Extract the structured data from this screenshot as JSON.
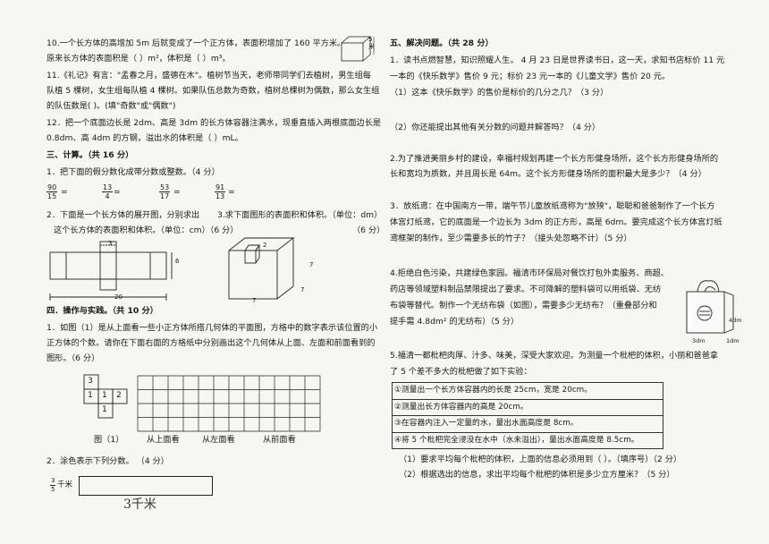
{
  "left": {
    "q10_a": "10.一个长方体的高增加 5m 后就变成了一个正方体，表面积增加了 160 平方米。",
    "q10_b": "原来长方体的表面积是（        ）m²，体积是（        ）m³。",
    "q10_fig_label": "5米",
    "q11_a": "11.《礼记》有言：\"孟春之月，盛德在木\"。植树节当天，老师带同学们去植树，男生组每",
    "q11_b": "队植 5 棵树，女生组每队植 4 棵树。如果队伍总数为奇数，植树总棵树为偶数，那么女生组",
    "q11_c": "的队伍数是(      )。(填\"奇数\"或\"偶数\")",
    "q12_a": "12．把一个底面边长是 2dm、高是 3dm 的长方体容器注满水，现垂直插入两根底面边长是",
    "q12_b": "0.8dm、高 4dm 的方钢，溢出水的体积是（        ）mL。",
    "sec3_title": "三、计算。（共 16 分）",
    "s3_q1": "1．把下面的假分数化成带分数或整数。（4 分）",
    "fractions": [
      {
        "num": "90",
        "den": "15"
      },
      {
        "num": "13",
        "den": "4"
      },
      {
        "num": "53",
        "den": "17"
      },
      {
        "num": "91",
        "den": "13"
      }
    ],
    "eq": "=",
    "s3_q2_a": "2．下面是一个长方体的展开图，分别求出",
    "s3_q3_a": "3.求下面图形的表面积和体积。（单位：dm）",
    "s3_q2_b": "这个长方体的表面积和体积。（单位：cm）（6 分）",
    "s3_q3_b": "（6 分）",
    "net_labels": {
      "top": "3",
      "right": "6",
      "bottom": "20"
    },
    "cube_labels": {
      "a": "7",
      "b": "7",
      "c": "2",
      "d": "7"
    },
    "sec4_title": "四．操作与实践。（共 10 分）",
    "s4_q1_a": "1．如图（1）是从上面看一些小正方体所搭几何体的平面图，方格中的数字表示该位置的小",
    "s4_q1_b": "正方体的个数。请你在下面右面的方格纸中分别画出这个几何体从上面、左面和前面看到的",
    "s4_q1_c": "图形。（6 分）",
    "grid_numbers": [
      "3",
      "1",
      "1",
      "2",
      "1"
    ],
    "fig_caption": "图（1）",
    "view_top": "从上面看",
    "view_left": "从左面看",
    "view_front": "从前面看",
    "s4_q2": "2．涂色表示下列分数。        （4 分）",
    "q2_frac": {
      "num": "3",
      "den": "5"
    },
    "q2_unit": "千米",
    "handwriting": "3千米"
  },
  "right": {
    "sec5_title": "五、解决问题。（共 28 分）",
    "p1_a": "1．读书点燃智慧，知识照耀人生。 4 月 23 日是世界读书日，这一天，求知书店标价 11 元",
    "p1_b": "一本的《快乐数学》售价 9 元；标价 23 元一本的《儿童文学》售价 20 元。",
    "p1_c": "（1）这本《快乐数学》的售价是标价的几分之几？（3 分）",
    "p1_d": "（2）你还能提出其他有关分数的问题并解答吗？（4 分）",
    "p2_a": "2.为了推进美丽乡村的建设，幸福村规划再建一个长方形健身场所，这个长方形健身场所的",
    "p2_b": "长和宽均为质数，并且周长是 64m。这个长方形健身场所的面积最大是多少？（4 分）",
    "p3_a": "3．放纸鸢：在中国南方一带，端午节儿童放纸鸢称为\"放殃\"，聪聪和爸爸制作了一个长方",
    "p3_b": "体宫灯纸鸢，它的底面是一个边长为 3dm 的正方形，高是 6dm。要完成这个长方体宫灯纸",
    "p3_c": "鸢框架的制作，至少需要多长的竹子？（接头处忽略不计）（5 分）",
    "p4_a": "4.拒绝白色污染，共建绿色家园。福清市环保局对餐饮打包外卖服务、商超、",
    "p4_b": "药店等领域塑料制品禁限提出了要求。不可降解的塑料袋可以用纸袋、无纺",
    "p4_c": "布袋等替代。制作一个无纺布袋（如图），需要多少无纺布？（重叠部分和",
    "p4_d": "提手需 4.8dm² 的无纺布）（5 分）",
    "bag_labels": {
      "h": "4dm",
      "w": "3dm",
      "d": "1dm"
    },
    "p5_a": "5.福清一都枇杷肉厚、汁多、味美，深受大家欢迎。为测量一个枇杷的体积，小丽和爸爸拿",
    "p5_b": "了 5 个差不多大的枇杷做了如下实验：",
    "steps": [
      "①测量出一个长方体容器内的长是 25cm，宽是 20cm。",
      "②测量出长方体容器内的高是 20cm。",
      "③在容器内注入一定量的水，量出水面高度是 8cm。",
      "④将 5 个枇杷完全浸没在水中（水未溢出），量出水面高度是 8.5cm。"
    ],
    "p5_q1": "（1）要求平均每个枇杷的体积，上面的信息必须用到（      ）。（填序号）（2 分）",
    "p5_q2": "（2）根据选出的信息，求出平均每个枇杷的体积是多少立方厘米？（5 分）"
  }
}
